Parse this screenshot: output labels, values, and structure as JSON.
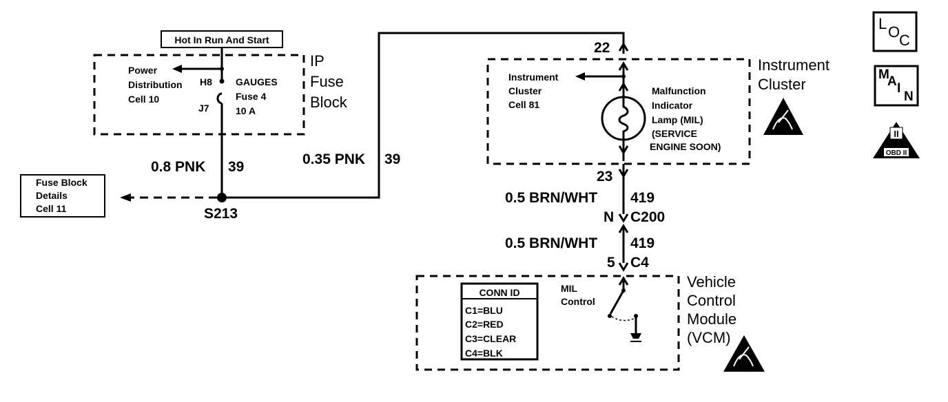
{
  "hot_label": "Hot In Run And Start",
  "fuse_block": {
    "title": [
      "IP",
      "Fuse",
      "Block"
    ],
    "power_ref": [
      "Power",
      "Distribution",
      "Cell 10"
    ],
    "pin_top": "H8",
    "pin_bottom": "J7",
    "fuse": [
      "GAUGES",
      "Fuse 4",
      "10 A"
    ]
  },
  "wires": {
    "left": {
      "gauge": "0.8 PNK",
      "circuit": "39"
    },
    "right": {
      "gauge": "0.35 PNK",
      "circuit": "39"
    },
    "mil_to_c200": {
      "gauge": "0.5 BRN/WHT",
      "circuit": "419"
    },
    "c200_to_vcm": {
      "gauge": "0.5 BRN/WHT",
      "circuit": "419"
    }
  },
  "fuse_details_ref": [
    "Fuse Block",
    "Details",
    "Cell 11"
  ],
  "splice": "S213",
  "instrument_cluster": {
    "title": [
      "Instrument",
      "Cluster"
    ],
    "pin_in": "22",
    "pin_out": "23",
    "cluster_ref": [
      "Instrument",
      "Cluster",
      "Cell 81"
    ],
    "lamp": [
      "Malfunction",
      "Indicator",
      "Lamp (MIL)",
      "(SERVICE",
      "ENGINE SOON)"
    ]
  },
  "connector_c200": {
    "pin": "N",
    "name": "C200"
  },
  "connector_c4": {
    "pin": "5",
    "name": "C4"
  },
  "vcm": {
    "title": [
      "Vehicle",
      "Control",
      "Module",
      "(VCM)"
    ],
    "mil_control": [
      "MIL",
      "Control"
    ],
    "conn_id": {
      "header": "CONN ID",
      "rows": [
        "C1=BLU",
        "C2=RED",
        "C3=CLEAR",
        "C4=BLK"
      ]
    }
  },
  "badges": {
    "loc": [
      "L",
      "O",
      "C"
    ],
    "main": [
      "M",
      "A",
      "I",
      "N"
    ],
    "obd": "OBD II",
    "obd_mark": "II"
  }
}
